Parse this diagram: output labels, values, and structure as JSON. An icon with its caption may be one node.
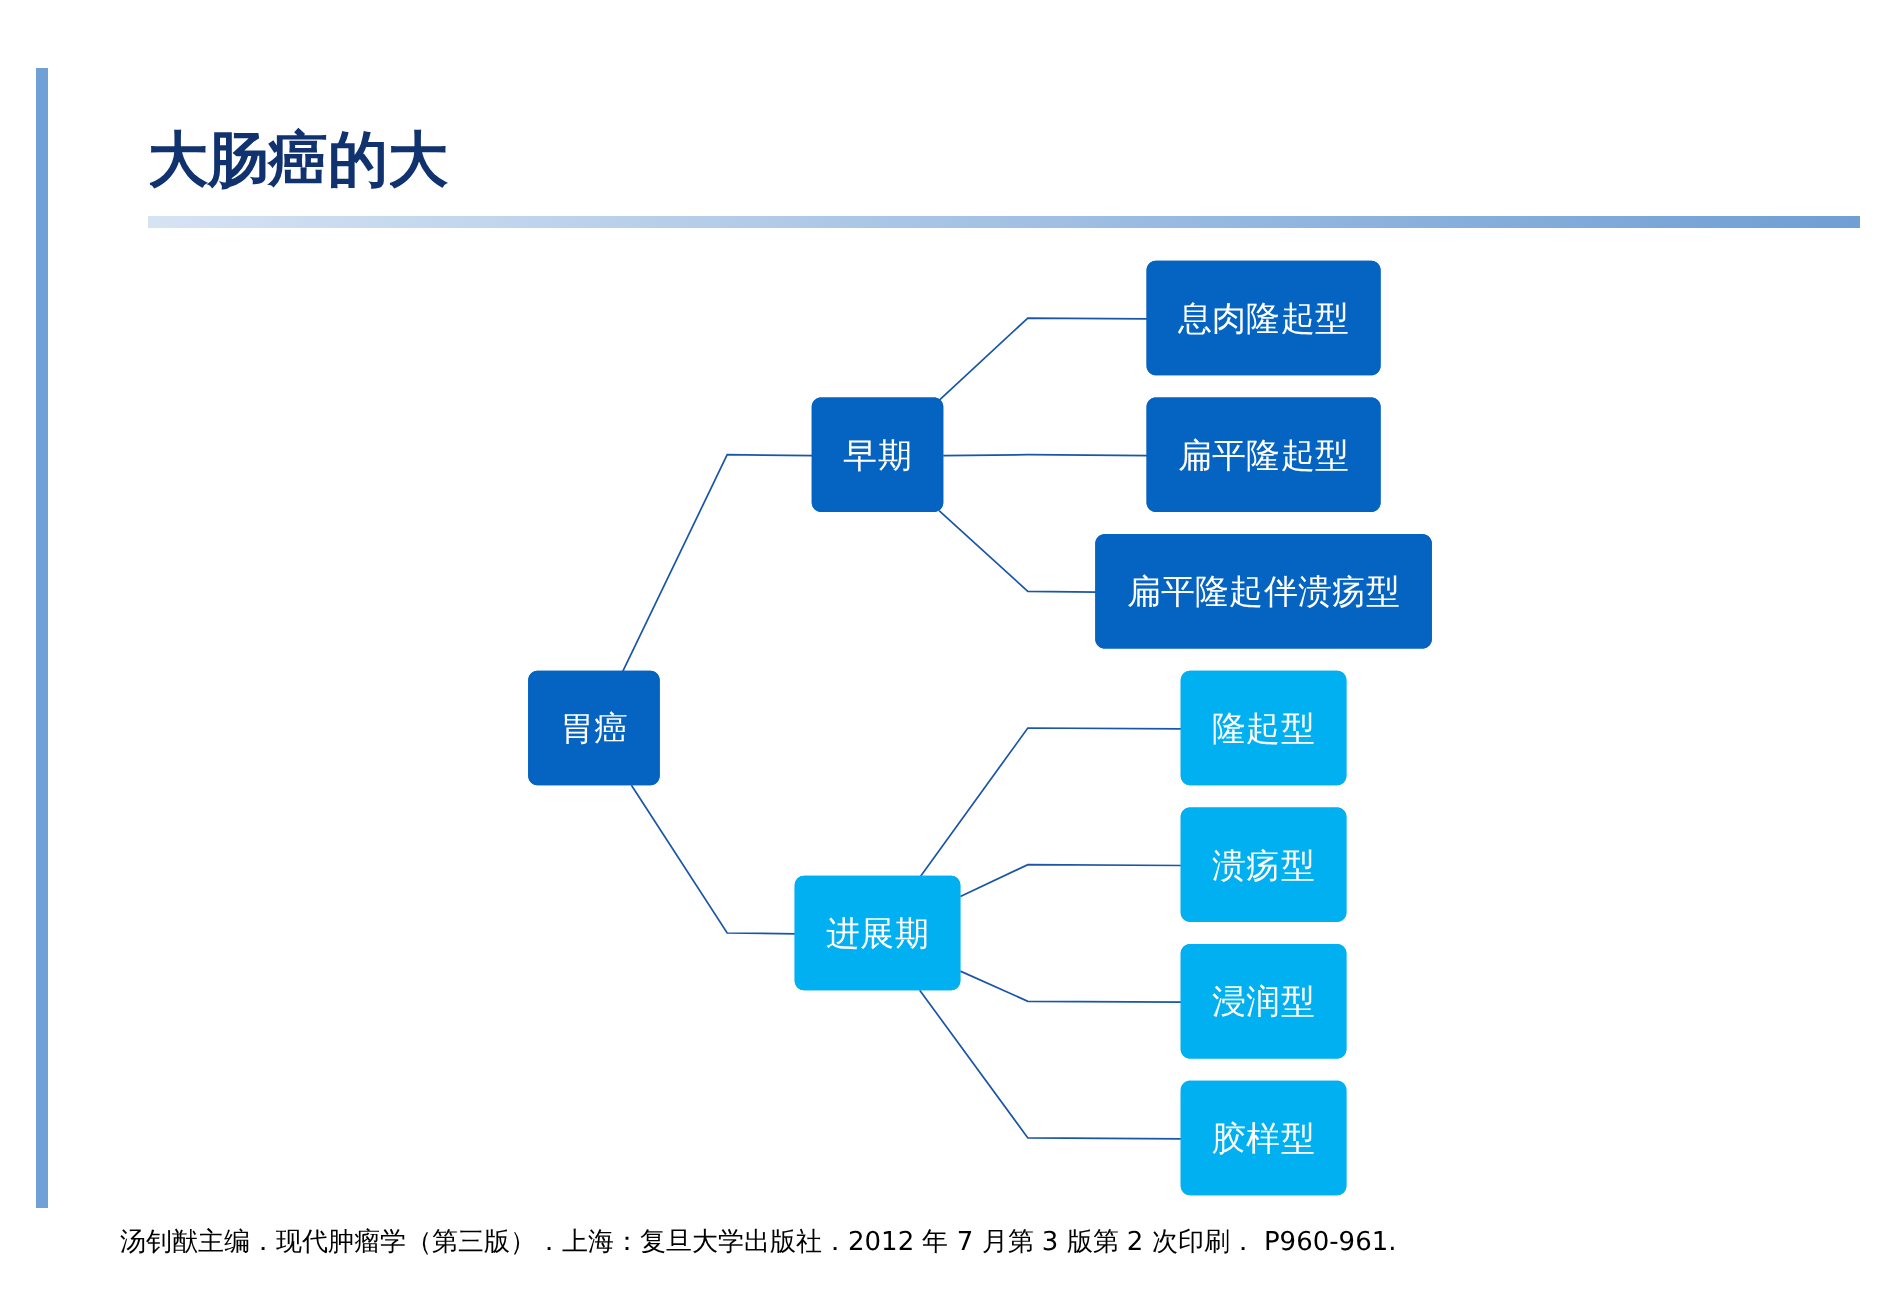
{
  "diagram": {
    "title": "大肠癌的大",
    "nodes": [
      {
        "text": [
          "胃癌"
        ]
      },
      {
        "text": [
          "早期"
        ]
      },
      {
        "text": [
          "息肉隆起型"
        ]
      },
      {
        "text": [
          "扁平隆起型"
        ]
      },
      {
        "text": [
          "扁平隆起伴溃疡型"
        ]
      },
      {
        "text": [
          "进展期"
        ]
      },
      {
        "text": [
          "隆起型"
        ]
      },
      {
        "text": [
          "溃疡型"
        ]
      },
      {
        "text": [
          "浸润型"
        ]
      },
      {
        "text": [
          "胶样型"
        ]
      }
    ],
    "edges": [
      {
        "from": 0,
        "to": 1,
        "arrow": "none"
      },
      {
        "from": 0,
        "to": 5,
        "arrow": "none"
      },
      {
        "from": 1,
        "to": 2,
        "arrow": "none"
      },
      {
        "from": 1,
        "to": 3,
        "arrow": "none"
      },
      {
        "from": 1,
        "to": 4,
        "arrow": "none"
      },
      {
        "from": 5,
        "to": 6,
        "arrow": "none"
      },
      {
        "from": 5,
        "to": 7,
        "arrow": "none"
      },
      {
        "from": 5,
        "to": 8,
        "arrow": "none"
      },
      {
        "from": 5,
        "to": 9,
        "arrow": "none"
      }
    ],
    "caption": "汤钊猷主编．现代肿瘤学（第三版）．上海：复旦大学出版社．2012 年 7 月第 3 版第 2 次印刷． P960-961."
  }
}
